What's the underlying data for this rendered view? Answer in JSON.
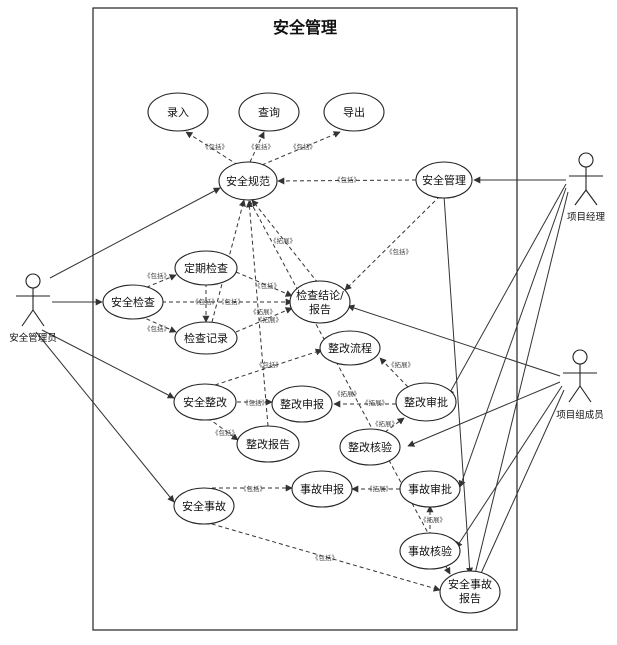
{
  "system": {
    "title": "安全管理"
  },
  "actors": {
    "admin": "安全管理员",
    "manager": "项目经理",
    "member": "项目组成员"
  },
  "use_cases": {
    "input": "录入",
    "query": "查询",
    "export": "导出",
    "safety_standard": "安全规范",
    "safety_mgmt": "安全管理",
    "periodic_check": "定期检查",
    "safety_check": "安全检查",
    "check_conclusion_1": "检查结论/",
    "check_conclusion_2": "报告",
    "check_record": "检查记录",
    "rectify_flow": "整改流程",
    "safety_rectify": "安全整改",
    "rectify_apply": "整改申报",
    "rectify_approve": "整改审批",
    "rectify_report": "整改报告",
    "rectify_verify": "整改核验",
    "safety_accident": "安全事故",
    "accident_report": "事故申报",
    "accident_approve": "事故审批",
    "accident_verify": "事故核验",
    "accident_final_1": "安全事故",
    "accident_final_2": "报告"
  },
  "relations": {
    "include": "《包括》",
    "extend": "《拓展》"
  }
}
